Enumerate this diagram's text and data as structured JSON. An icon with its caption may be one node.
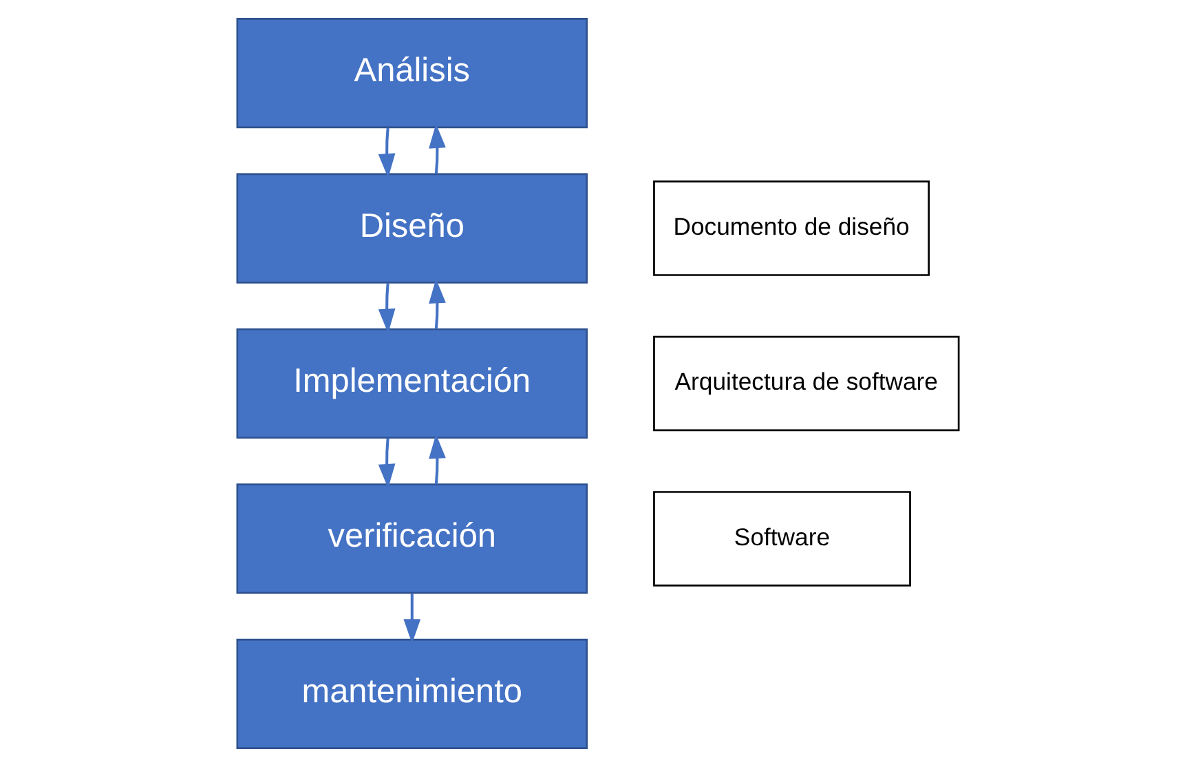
{
  "diagram": {
    "nodes": [
      {
        "text": [
          "Análisis"
        ]
      },
      {
        "text": [
          "Diseño"
        ]
      },
      {
        "text": [
          "Implementación"
        ]
      },
      {
        "text": [
          "verificación"
        ]
      },
      {
        "text": [
          "mantenimiento"
        ]
      },
      {
        "text": [
          "Documento de diseño"
        ]
      },
      {
        "text": [
          "Arquitectura de software"
        ]
      },
      {
        "text": [
          "Software"
        ]
      }
    ],
    "edges": [
      {
        "from": 0,
        "to": 1,
        "arrow": "to"
      },
      {
        "from": 1,
        "to": 0,
        "arrow": "to"
      },
      {
        "from": 1,
        "to": 2,
        "arrow": "to"
      },
      {
        "from": 2,
        "to": 1,
        "arrow": "to"
      },
      {
        "from": 2,
        "to": 3,
        "arrow": "to"
      },
      {
        "from": 3,
        "to": 2,
        "arrow": "to"
      },
      {
        "from": 3,
        "to": 4,
        "arrow": "to"
      }
    ]
  }
}
